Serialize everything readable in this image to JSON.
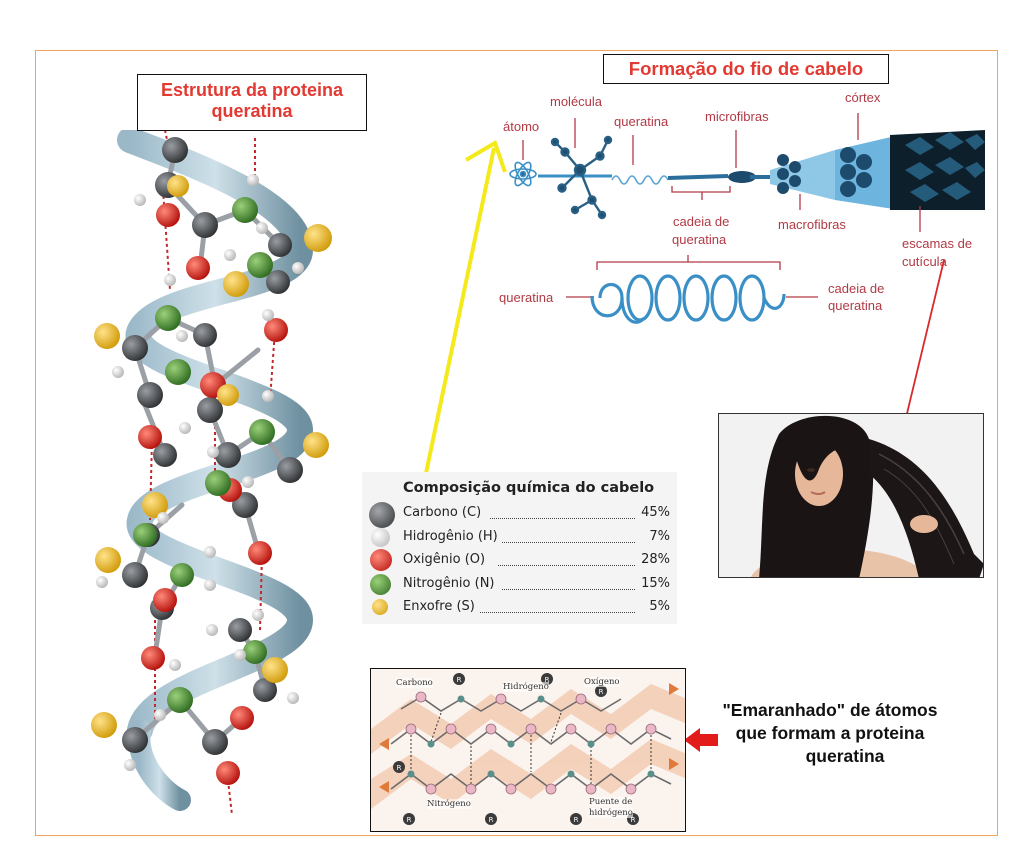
{
  "keratin_structure_title": {
    "line1": "Estrutura da proteina",
    "line2": "queratina"
  },
  "hair_formation": {
    "title": "Formação do fio de  cabelo",
    "labels": {
      "atomo": "átomo",
      "molecula": "molécula",
      "queratina_top": "queratina",
      "microfibras": "microfibras",
      "cortex": "córtex",
      "cadeia_line1": "cadeia de",
      "cadeia_line2": "queratina",
      "macrofibras": "macrofibras",
      "escamas_line1": "escamas de",
      "escamas_line2": "cutícula",
      "queratina_helix": "queratina",
      "cadeia_helix_line1": "cadeia de",
      "cadeia_helix_line2": "queratina"
    }
  },
  "composition": {
    "title": "Composição química do cabelo",
    "rows": [
      {
        "name": "Carbono (C)",
        "pct": "45%",
        "color": "#4d4f52"
      },
      {
        "name": "Hidrogênio (H)",
        "pct": "7%",
        "color": "#d8d8d8"
      },
      {
        "name": "Oxigênio (O)",
        "pct": "28%",
        "color": "#d9231d"
      },
      {
        "name": "Nitrogênio (N)",
        "pct": "15%",
        "color": "#3f8a2e"
      },
      {
        "name": "Enxofre (S)",
        "pct": "5%",
        "color": "#efb51d"
      }
    ]
  },
  "tangle": {
    "carbono": "Carbono",
    "hidrogeno": "Hidrógeno",
    "oxigeno": "Oxígeno",
    "nitrogeno": "Nitrógeno",
    "puente_line1": "Puente de",
    "puente_line2": "hidrógeno",
    "r": "R"
  },
  "emaranhado": {
    "line1": "\"Emaranhado\" de átomos",
    "line2": "que formam a proteina",
    "line3": "queratina"
  },
  "colors": {
    "accent_red": "#e23a32",
    "label_red": "#b13a45",
    "arrow_yellow": "#f4ea1b",
    "frame_orange": "#f2a35f",
    "helix_blue": "#3a90c6"
  }
}
